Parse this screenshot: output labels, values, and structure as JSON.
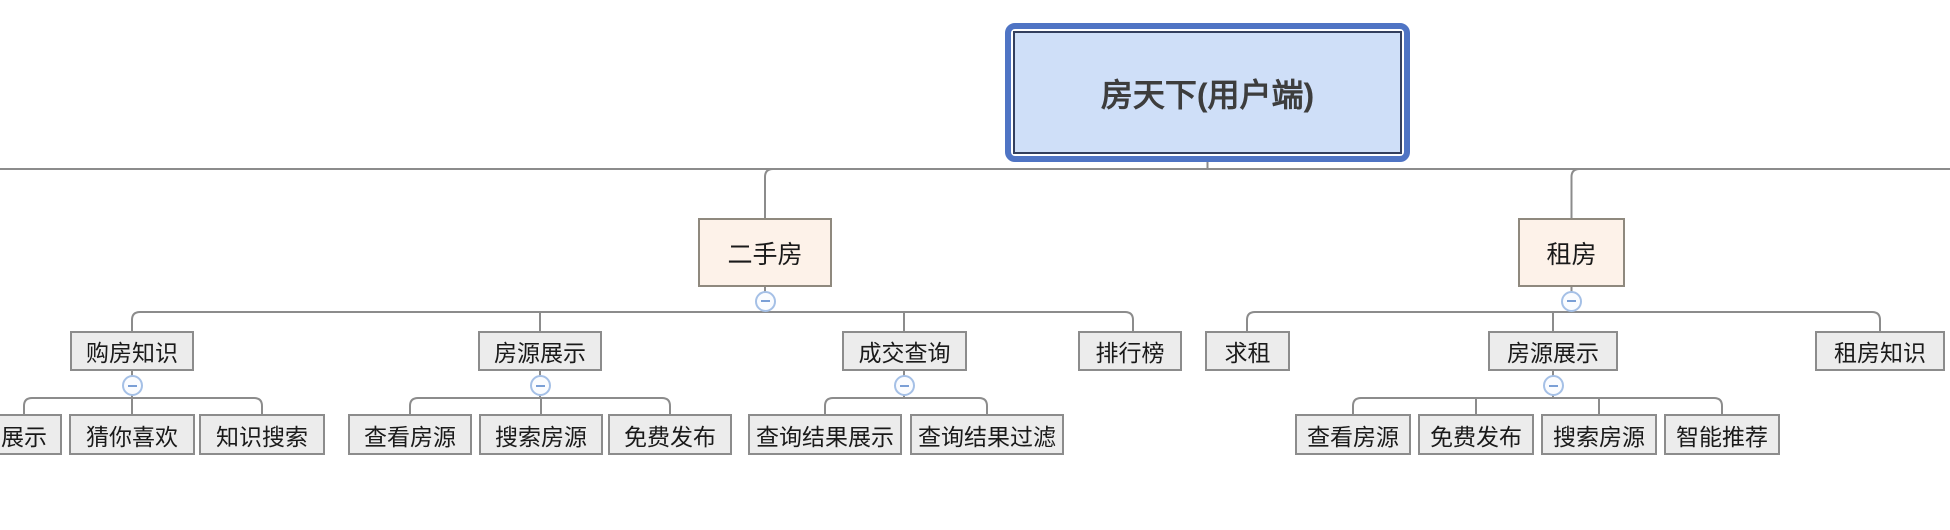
{
  "diagram_title": "房天下(用户端)",
  "colors": {
    "root_border": "#4f74c4",
    "root_fill": "#cfdff8",
    "root_inner_border": "#333f5e",
    "branch_fill": "#fdf2e9",
    "branch_border": "#8f897e",
    "node_fill": "#ececec",
    "node_border": "#8c8c8c",
    "connector": "#8c8c8c",
    "collapse_border": "#a5c0e6",
    "collapse_glyph": "#7a9fd6"
  },
  "tree": {
    "id": "root",
    "label": "房天下(用户端)",
    "children": [
      {
        "id": "second-hand",
        "label": "二手房",
        "collapsible": true,
        "children": [
          {
            "id": "buying-knowledge",
            "label": "购房知识",
            "collapsible": true,
            "children": [
              {
                "id": "display",
                "label": "展示"
              },
              {
                "id": "guess-you-like",
                "label": "猜你喜欢"
              },
              {
                "id": "knowledge-search",
                "label": "知识搜索"
              }
            ]
          },
          {
            "id": "listing-display-1",
            "label": "房源展示",
            "collapsible": true,
            "children": [
              {
                "id": "view-listings-1",
                "label": "查看房源"
              },
              {
                "id": "search-listings-1",
                "label": "搜索房源"
              },
              {
                "id": "free-publish-1",
                "label": "免费发布"
              }
            ]
          },
          {
            "id": "deal-query",
            "label": "成交查询",
            "collapsible": true,
            "children": [
              {
                "id": "query-result-display",
                "label": "查询结果展示"
              },
              {
                "id": "query-result-filter",
                "label": "查询结果过滤"
              }
            ]
          },
          {
            "id": "ranking",
            "label": "排行榜"
          }
        ]
      },
      {
        "id": "rent",
        "label": "租房",
        "collapsible": true,
        "children": [
          {
            "id": "rent-seeking",
            "label": "求租"
          },
          {
            "id": "listing-display-2",
            "label": "房源展示",
            "collapsible": true,
            "children": [
              {
                "id": "view-listings-2",
                "label": "查看房源"
              },
              {
                "id": "free-publish-2",
                "label": "免费发布"
              },
              {
                "id": "search-listings-2",
                "label": "搜索房源"
              },
              {
                "id": "smart-recommend",
                "label": "智能推荐"
              }
            ]
          },
          {
            "id": "rent-knowledge",
            "label": "租房知识"
          }
        ]
      }
    ]
  }
}
